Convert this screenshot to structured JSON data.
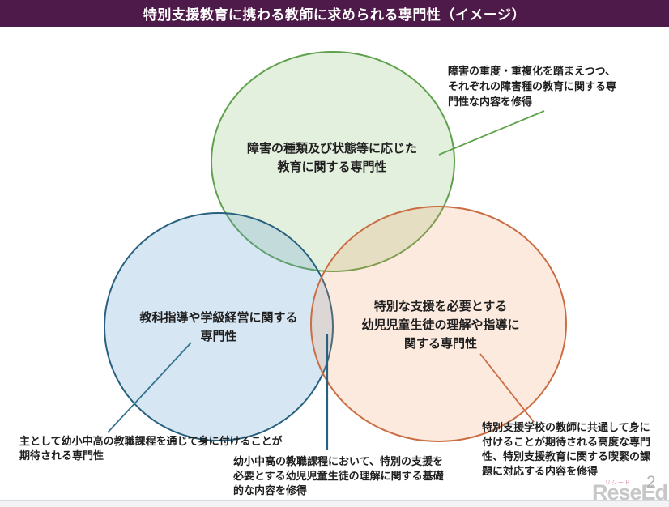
{
  "banner": {
    "title": "特別支援教育に携わる教師に求められる専門性（イメージ）",
    "bg_color": "#4e1a4a",
    "text_color": "#ffffff"
  },
  "venn": {
    "green_circle": {
      "stroke_color": "#5fa14c",
      "fill_color": "rgba(120,180,90,0.20)",
      "lines": [
        "障害の種類及び状態等に応じた",
        "教育に関する専門性"
      ]
    },
    "blue_circle": {
      "stroke_color": "#27617f",
      "fill_color": "rgba(100,160,210,0.26)",
      "lines": [
        "教科指導や学級経営に関する",
        "専門性"
      ]
    },
    "orange_circle": {
      "stroke_color": "#cb6d43",
      "fill_color": "rgba(240,150,90,0.20)",
      "lines": [
        "特別な支援を必要とする",
        "幼児児童生徒の理解や指導に",
        "関する専門性"
      ]
    }
  },
  "annotations": {
    "top_right": {
      "lines": [
        "障害の重度・重複化を踏まえつつ、",
        "それぞれの障害種の教育に関する専",
        "門性な内容を修得"
      ]
    },
    "bottom_left": {
      "lines": [
        "主として幼小中高の教職課程を通じて身に付けることが",
        "期待される専門性"
      ]
    },
    "bottom_middle": {
      "lines": [
        "幼小中高の教職課程において、特別の支援を",
        "必要とする幼児児童生徒の理解に関する基礎",
        "的な内容を修得"
      ]
    },
    "bottom_right": {
      "lines": [
        "特別支援学校の教師に共通して身に",
        "付けることが期待される高度な専門",
        "性、特別支援教育に関する喫緊の課",
        "題に対応する内容を修得"
      ]
    }
  },
  "connector_colors": {
    "green": "#5fa14c",
    "blue_diagonal": "#35748f",
    "blue_vertical": "#27617f",
    "orange": "#cb6d43"
  },
  "footer": {
    "page_number": "2",
    "logo_text": "ReseEd",
    "logo_ruby": "リシード"
  }
}
